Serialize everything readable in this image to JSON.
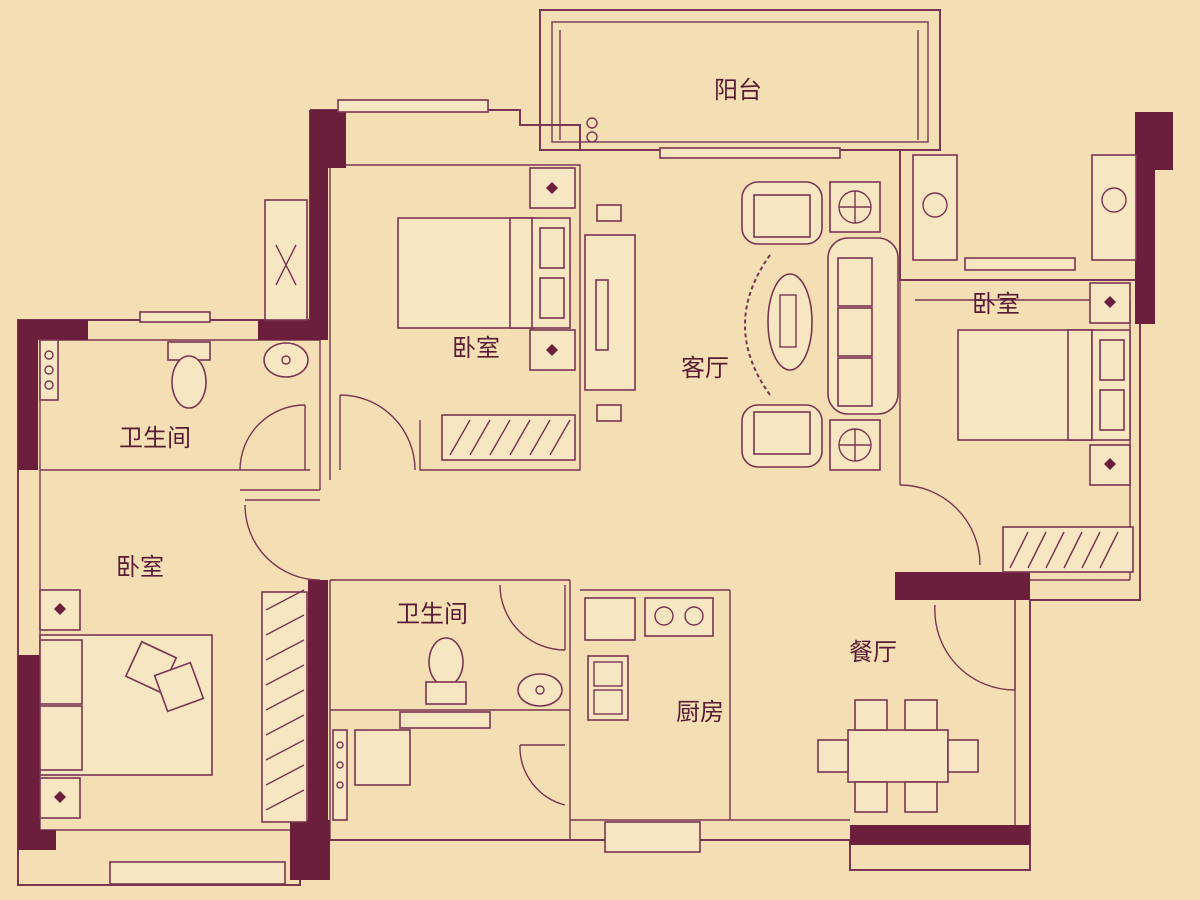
{
  "rooms": {
    "balcony": "阳台",
    "living_room": "客厅",
    "bedroom_top": "卧室",
    "bedroom_right": "卧室",
    "bedroom_left": "卧室",
    "bathroom_left": "卫生间",
    "bathroom_center": "卫生间",
    "kitchen": "厨房",
    "dining_room": "餐厅"
  },
  "colors": {
    "background": "#f4dfb4",
    "wall": "#6b1f3d",
    "line": "#7a3552"
  }
}
